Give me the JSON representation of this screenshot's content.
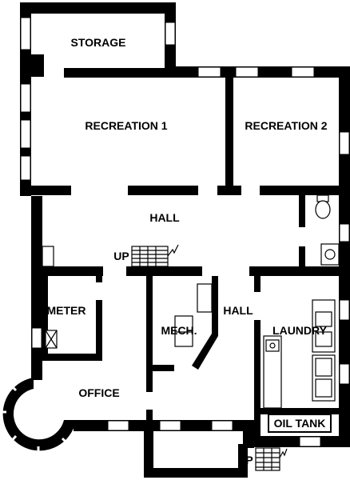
{
  "rooms": {
    "storage": "STORAGE",
    "recreation_1": "RECREATION 1",
    "recreation_2": "RECREATION 2",
    "hall_upper": "HALL",
    "hall_lower": "HALL",
    "meter": "METER",
    "mech": "MECH.",
    "laundry": "LAUNDRY",
    "office": "OFFICE",
    "oil_tank": "OIL TANK"
  },
  "stairs": {
    "interior_up": "UP",
    "exterior_up": "UP"
  }
}
